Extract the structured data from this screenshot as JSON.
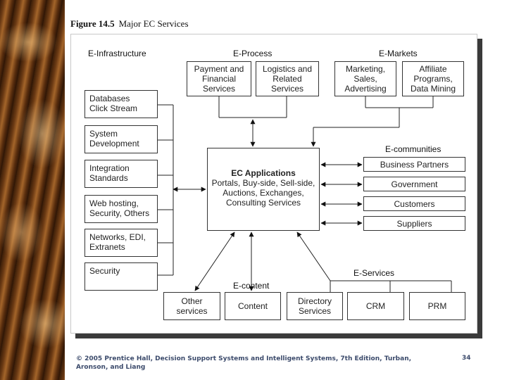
{
  "figure": {
    "label": "Figure 14.5",
    "title": "Major EC Services"
  },
  "headers": {
    "infrastructure": "E-Infrastructure",
    "process": "E-Process",
    "markets": "E-Markets",
    "communities": "E-communities",
    "services": "E-Services",
    "content": "E-content"
  },
  "infrastructure": [
    [
      "Databases",
      "Click Stream"
    ],
    [
      "System",
      "Development"
    ],
    [
      "Integration",
      "Standards"
    ],
    [
      "Web hosting,",
      "Security, Others"
    ],
    [
      "Networks, EDI,",
      "Extranets"
    ],
    [
      "Security"
    ]
  ],
  "process": [
    [
      "Payment and",
      "Financial",
      "Services"
    ],
    [
      "Logistics and",
      "Related",
      "Services"
    ]
  ],
  "markets": [
    [
      "Marketing,",
      "Sales,",
      "Advertising"
    ],
    [
      "Affiliate",
      "Programs,",
      "Data Mining"
    ]
  ],
  "center": {
    "title": "EC Applications",
    "lines": [
      "Portals, Buy-side, Sell-side,",
      "Auctions, Exchanges,",
      "Consulting Services"
    ]
  },
  "communities": [
    "Business Partners",
    "Government",
    "Customers",
    "Suppliers"
  ],
  "bottom": [
    [
      "Other",
      "services"
    ],
    [
      "Content"
    ],
    [
      "Directory",
      "Services"
    ],
    [
      "CRM"
    ],
    [
      "PRM"
    ]
  ],
  "footer": {
    "credit": "© 2005  Prentice Hall, Decision Support Systems and Intelligent Systems, 7th Edition, Turban, Aronson, and Liang",
    "page": "34"
  }
}
